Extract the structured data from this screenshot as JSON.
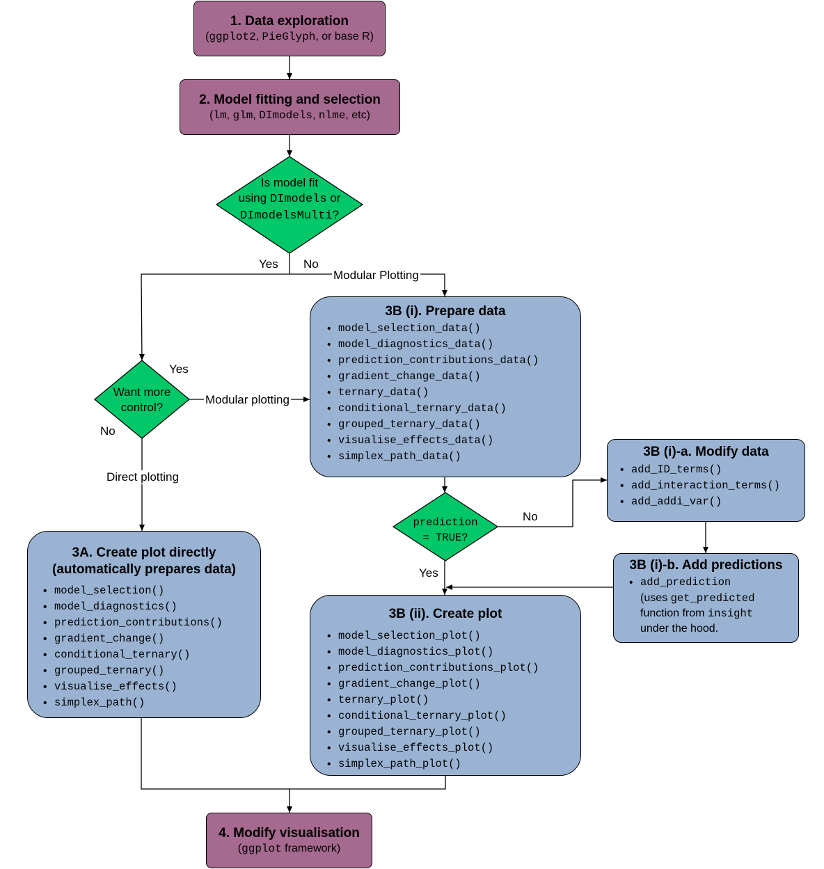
{
  "nodes": {
    "n1": {
      "title": "1. Data exploration",
      "sub": [
        {
          "t": "(",
          "m": false
        },
        {
          "t": "ggplot2",
          "m": true
        },
        {
          "t": ", ",
          "m": false
        },
        {
          "t": "PieGlyph",
          "m": true
        },
        {
          "t": ", or base R)",
          "m": false
        }
      ]
    },
    "n2": {
      "title": "2. Model fitting and selection",
      "sub": [
        {
          "t": "(",
          "m": false
        },
        {
          "t": "lm",
          "m": true
        },
        {
          "t": ", ",
          "m": false
        },
        {
          "t": "glm",
          "m": true
        },
        {
          "t": ", ",
          "m": false
        },
        {
          "t": "DImodels",
          "m": true
        },
        {
          "t": ", ",
          "m": false
        },
        {
          "t": "nlme",
          "m": true
        },
        {
          "t": ", etc)",
          "m": false
        }
      ]
    },
    "d1": {
      "l1": "Is model fit",
      "l2a": "using ",
      "l2b": "DImodels",
      "l2c": " or",
      "l3a": "DImodelsMulti",
      "l3b": "?"
    },
    "d2": {
      "l1": "Want more",
      "l2": "control?"
    },
    "d3": {
      "l1": "prediction",
      "l2": "= TRUE?"
    },
    "n3bi": {
      "title": "3B (i). Prepare data",
      "items": [
        "model_selection_data()",
        "model_diagnostics_data()",
        "prediction_contributions_data()",
        "gradient_change_data()",
        "ternary_data()",
        "conditional_ternary_data()",
        "grouped_ternary_data()",
        "visualise_effects_data()",
        "simplex_path_data()"
      ]
    },
    "n3bia": {
      "title": "3B (i)-a. Modify data",
      "items": [
        "add_ID_terms()",
        "add_interaction_terms()",
        "add_addi_var()"
      ]
    },
    "n3bib": {
      "title": "3B (i)-b. Add predictions",
      "item": "add_prediction",
      "l2a": "(uses ",
      "l2b": "get_predicted",
      "l3a": "function from ",
      "l3b": "insight",
      "l4": "under the hood."
    },
    "n3a": {
      "title1": "3A. Create plot directly",
      "title2": "(automatically prepares data)",
      "items": [
        "model_selection()",
        "model_diagnostics()",
        "prediction_contributions()",
        "gradient_change()",
        "conditional_ternary()",
        "grouped_ternary()",
        "visualise_effects()",
        "simplex_path()"
      ]
    },
    "n3bii": {
      "title": "3B (ii). Create plot",
      "items": [
        "model_selection_plot()",
        "model_diagnostics_plot()",
        "prediction_contributions_plot()",
        "gradient_change_plot()",
        "ternary_plot()",
        "conditional_ternary_plot()",
        "grouped_ternary_plot()",
        "visualise_effects_plot()",
        "simplex_path_plot()"
      ]
    },
    "n4": {
      "title": "4. Modify visualisation",
      "sub": [
        {
          "t": "(",
          "m": false
        },
        {
          "t": "ggplot",
          "m": true
        },
        {
          "t": " framework)",
          "m": false
        }
      ]
    }
  },
  "edges": {
    "yes1": "Yes",
    "no1": "No",
    "modular1": "Modular Plotting",
    "yes2": "Yes",
    "modular2": "Modular plotting",
    "no2": "No",
    "direct": "Direct plotting",
    "no3": "No",
    "yes3": "Yes"
  },
  "colors": {
    "purple": "#a6698f",
    "green": "#00c768",
    "blue": "#9ab3d3"
  }
}
